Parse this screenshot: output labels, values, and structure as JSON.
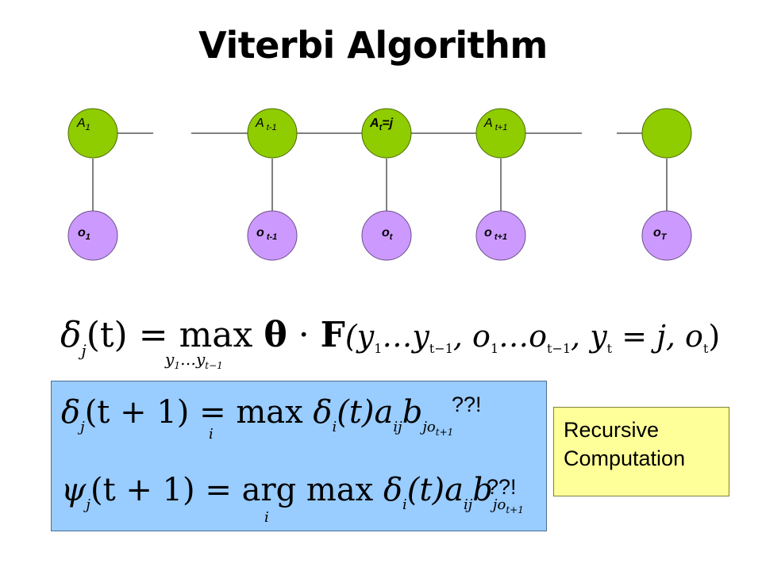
{
  "slide": {
    "title": "Viterbi Algorithm"
  },
  "hmm": {
    "state_labels": {
      "a1_base": "A",
      "a1_sub": "1",
      "at1_base": "A",
      "at1_sub": " t-1",
      "at_base": "A",
      "at_sub": "t",
      "at_tail": "=j",
      "atp1_base": "A",
      "atp1_sub": " t+1"
    },
    "obs_labels": {
      "o1_base": "o",
      "o1_sub": "1",
      "ot1_base": "o",
      "ot1_sub": " t-1",
      "ot_base": "o",
      "ot_sub": "t",
      "otp1_base": "o",
      "otp1_sub": " t+1",
      "oT_base": "o",
      "oT_sub": "T"
    },
    "colors": {
      "state_fill": "#8fcc00",
      "obs_fill": "#cc99ff",
      "edge": "#000000"
    }
  },
  "equations": {
    "delta_def": "δⱼ(t) = max θ · F(y₁…yₜ₋₁, o₁…oₜ₋₁, yₜ = j, oₜ)",
    "delta_def_parts": {
      "delta": "δ",
      "j": "j",
      "lhs_tail": "(t) = ",
      "max": "max",
      "theta": "θ",
      "dot": " · ",
      "F": "F",
      "args": "(y",
      "s1": "1",
      "dots1": "…y",
      "st1": "t−1",
      "c1": ", o",
      "s2": "1",
      "dots2": "…o",
      "st2": "t−1",
      "c2": ", y",
      "st3": "t",
      "eqj": " = j, o",
      "st4": "t",
      "close": ")",
      "under_y": "y",
      "under_1": "1",
      "under_dots": "…y",
      "under_t1": "t−1"
    },
    "delta_rec": {
      "delta": "δ",
      "j": "j",
      "lhs_tail": "(t + 1) = ",
      "max": "max",
      "under": "i",
      "delta2": "δ",
      "i": "i",
      "mid": "(t)a",
      "ij": "ij",
      "b": "b",
      "jo": "jo",
      "t1": "t+1"
    },
    "psi_rec": {
      "psi": "ψ",
      "j": "j",
      "lhs_tail": "(t + 1) = ",
      "argmax": "arg max",
      "under": "i",
      "delta": "δ",
      "i": "i",
      "mid": "(t)a",
      "ij": "ij",
      "b": "b",
      "jo": "jo",
      "t1": "t+1"
    },
    "question_1": "??!",
    "question_2": "??!",
    "colors": {
      "box_fill": "#99ccff"
    }
  },
  "note": {
    "line1": "Recursive",
    "line2": "Computation",
    "colors": {
      "fill": "#ffff99"
    }
  }
}
